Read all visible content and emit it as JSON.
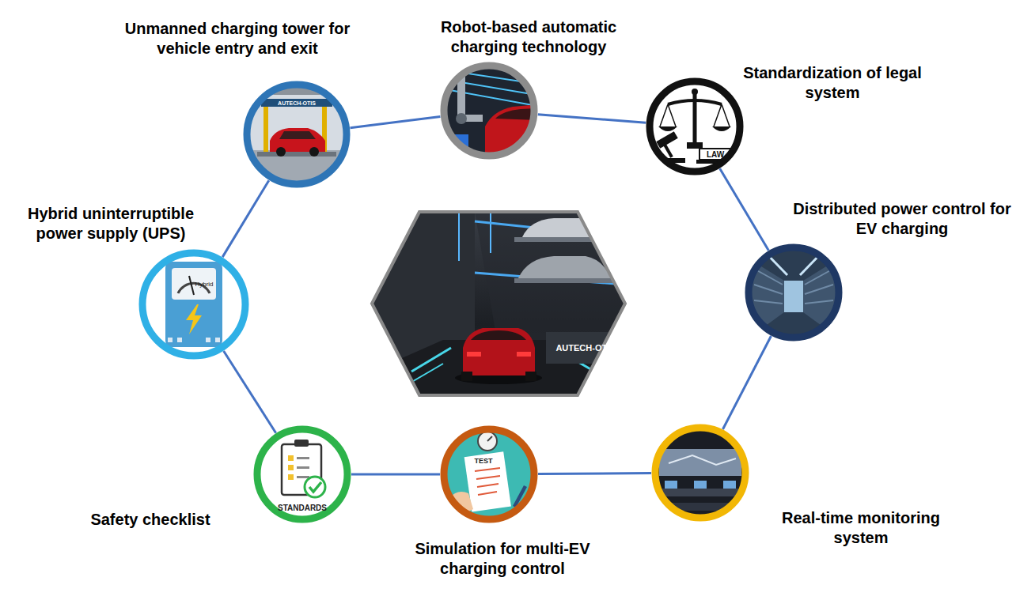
{
  "diagram": {
    "nodes": [
      {
        "text": [
          "Unmanned charging tower for vehicle entry and exit"
        ]
      },
      {
        "text": [
          "Robot-based automatic charging technology"
        ]
      },
      {
        "text": [
          "Standardization of legal system"
        ]
      },
      {
        "text": [
          "Distributed power control for EV charging"
        ]
      },
      {
        "text": [
          "Real-time monitoring system"
        ]
      },
      {
        "text": [
          "Simulation for multi-EV charging control"
        ]
      },
      {
        "text": [
          "Safety checklist"
        ]
      },
      {
        "text": [
          "Hybrid uninterruptible power supply (UPS)"
        ]
      }
    ],
    "edges": [
      {
        "from": 0,
        "to": 1,
        "arrow": "none"
      },
      {
        "from": 1,
        "to": 2,
        "arrow": "none"
      },
      {
        "from": 2,
        "to": 3,
        "arrow": "none"
      },
      {
        "from": 3,
        "to": 4,
        "arrow": "none"
      },
      {
        "from": 4,
        "to": 5,
        "arrow": "none"
      },
      {
        "from": 5,
        "to": 6,
        "arrow": "none"
      },
      {
        "from": 6,
        "to": 7,
        "arrow": "none"
      },
      {
        "from": 7,
        "to": 0,
        "arrow": "none"
      }
    ],
    "labels": [
      "AUTECH-OTIS",
      "LAW",
      "Hybrid",
      "AUTECH-OTIS",
      "TEST",
      "STANDARDS"
    ]
  }
}
